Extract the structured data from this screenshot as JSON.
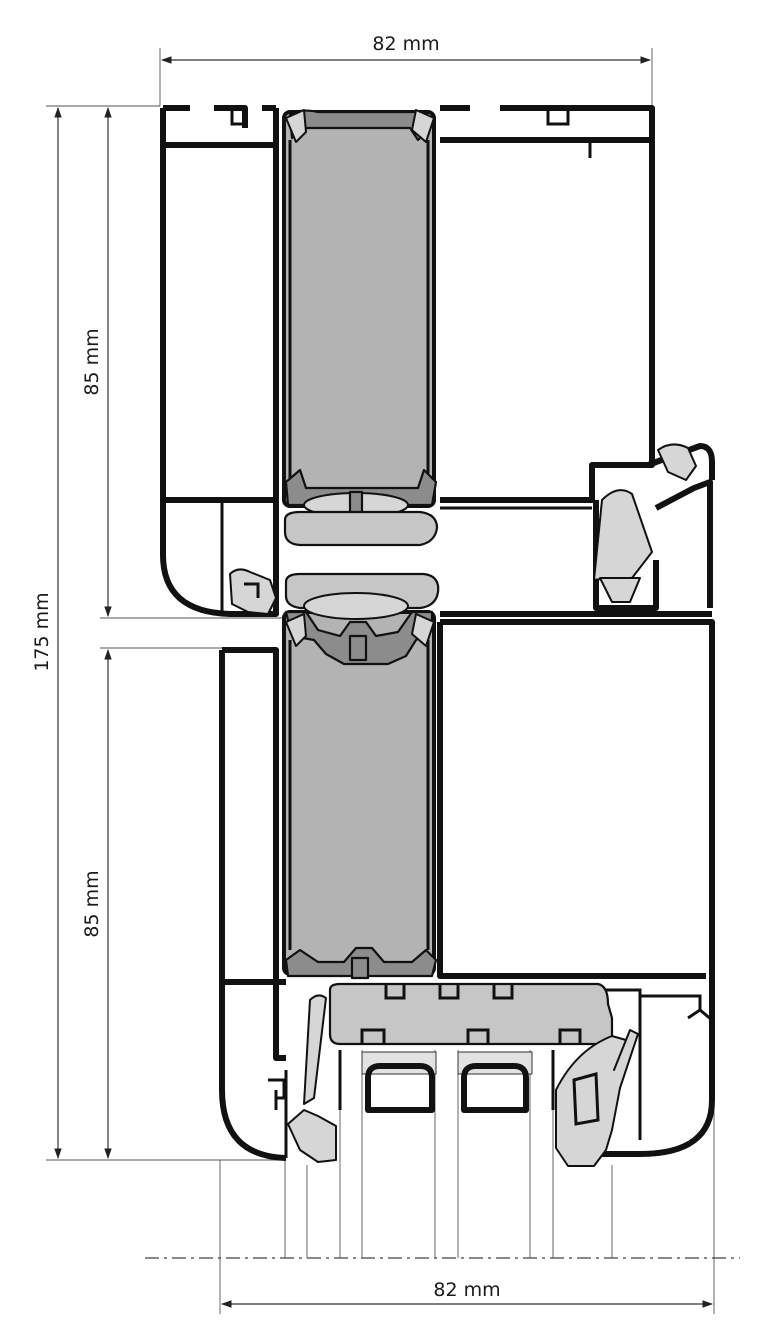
{
  "dimensions": {
    "top_width": "82 mm",
    "bottom_width": "82 mm",
    "total_height": "175 mm",
    "upper_height": "85 mm",
    "lower_height": "85 mm"
  },
  "colors": {
    "profile": "#111111",
    "glass": "#b3b3b3",
    "gasket": "#8c8c8c",
    "background": "#ffffff"
  }
}
